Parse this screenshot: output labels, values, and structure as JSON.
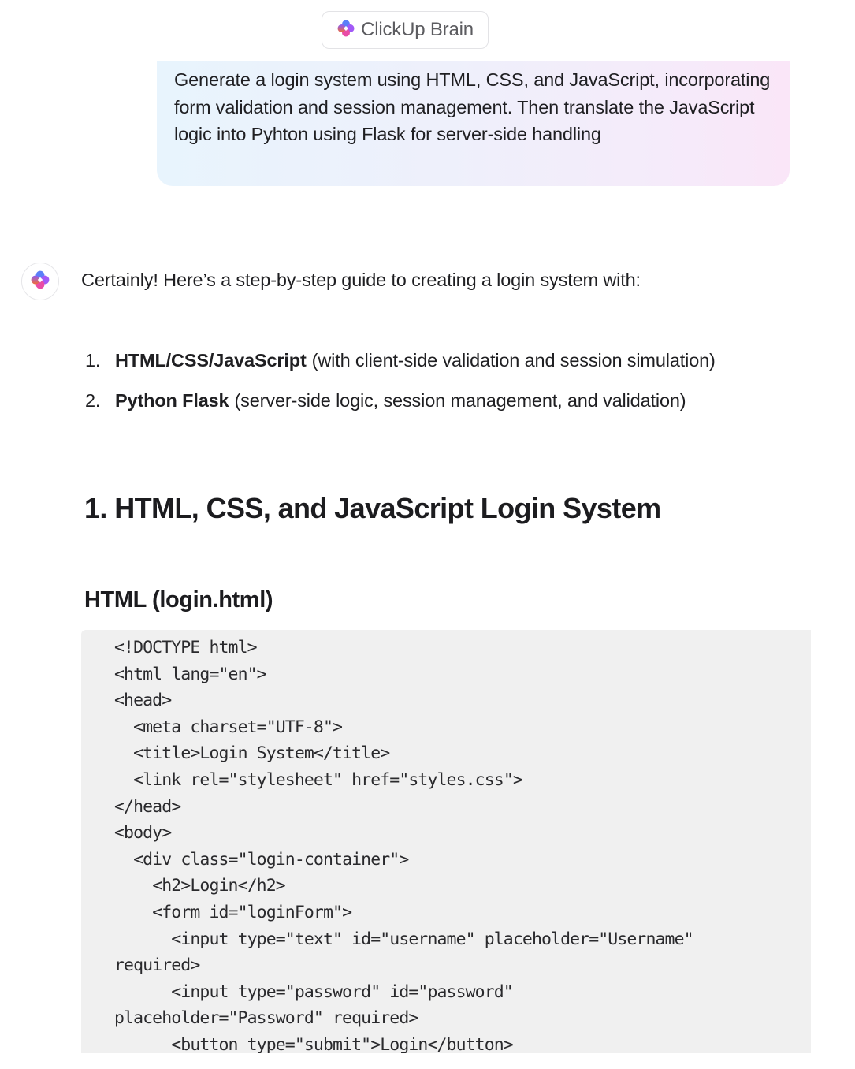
{
  "header": {
    "brand_label": "ClickUp Brain",
    "brand_icon": "clickup-brain-logo-icon"
  },
  "prompt": {
    "text": "Generate a login system using HTML, CSS, and JavaScript, incorporating form validation and session management. Then translate the JavaScript logic into Pyhton using Flask for server-side handling"
  },
  "response": {
    "avatar_icon": "clickup-brain-logo-icon",
    "intro": "Certainly! Here’s a step-by-step guide to creating a login system with:",
    "list": [
      {
        "num": "1.",
        "bold": "HTML/CSS/JavaScript",
        "rest": "(with client-side validation and session simulation)"
      },
      {
        "num": "2.",
        "bold": "Python Flask",
        "rest": "(server-side logic, session management, and validation)"
      }
    ],
    "section_heading": "1. HTML, CSS, and JavaScript Login System",
    "sub_heading": "HTML (login.html)",
    "code": "<!DOCTYPE html>\n<html lang=\"en\">\n<head>\n  <meta charset=\"UTF-8\">\n  <title>Login System</title>\n  <link rel=\"stylesheet\" href=\"styles.css\">\n</head>\n<body>\n  <div class=\"login-container\">\n    <h2>Login</h2>\n    <form id=\"loginForm\">\n      <input type=\"text\" id=\"username\" placeholder=\"Username\"\nrequired>\n      <input type=\"password\" id=\"password\"\nplaceholder=\"Password\" required>\n      <button type=\"submit\">Login</button>"
  },
  "colors": {
    "logo_blue": "#4f7bf7",
    "logo_violet": "#a259f7",
    "logo_pink": "#ee3f9c",
    "logo_orange": "#f26b3a",
    "bubble_left": "#e8f4fd",
    "bubble_right": "#fae6f8",
    "code_bg": "#f0f0f0"
  }
}
